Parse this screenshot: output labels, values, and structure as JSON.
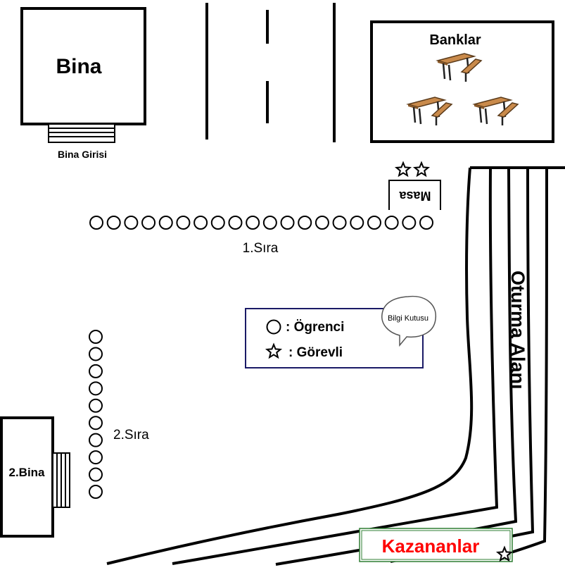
{
  "labels": {
    "building": "Bina",
    "building_entrance": "Bina Girisi",
    "benches": "Banklar",
    "desk": "Masa",
    "row1": "1.Sıra",
    "row2": "2.Sıra",
    "building2": "2.Bina",
    "seating_area": "Oturma Alanı",
    "winners": "Kazananlar"
  },
  "legend": {
    "info_bubble": "Bilgi Kutusu",
    "student": ": Ögrenci",
    "staff": ": Görevli"
  },
  "counts": {
    "row1_students": 20,
    "row2_students": 10,
    "staff_at_desk": 2,
    "staff_at_winners": 1,
    "benches": 3
  },
  "colors": {
    "ink": "#000000",
    "legend_border": "#1a1a66",
    "winners_text": "#ff0000",
    "winners_border": "#2e7d32",
    "bench_wood": "#c98a4b"
  }
}
